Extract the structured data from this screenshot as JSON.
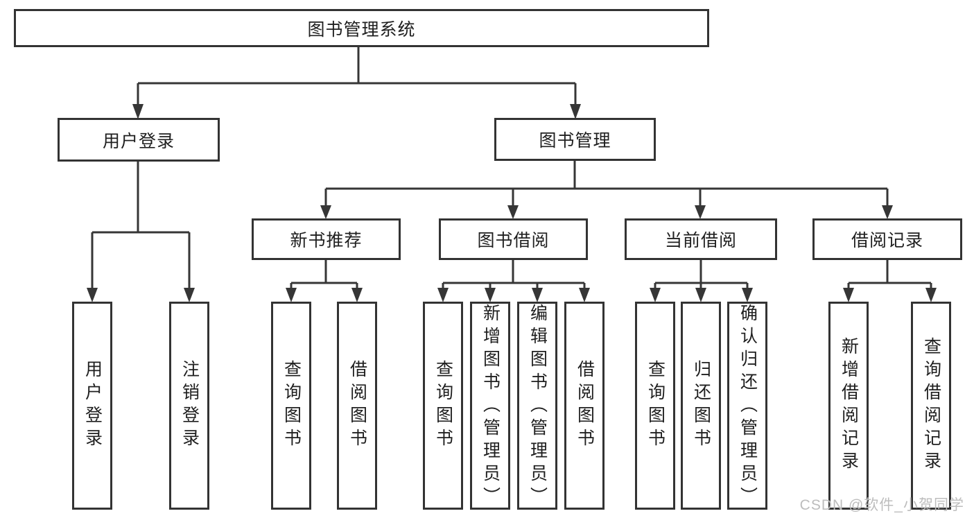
{
  "colors": {
    "line": "#363636",
    "border": "#333333",
    "text": "#1f1f1f",
    "box_fill": "#ffffff",
    "watermark": "#bdbdbd",
    "background": "#ffffff"
  },
  "watermark": {
    "text": "CSDN @软件_小贺同学"
  },
  "tree": {
    "root": {
      "label": "图书管理系统"
    },
    "user_login": {
      "label": "用户登录",
      "children": {
        "login": {
          "label": "用户登录"
        },
        "logout": {
          "label": "注销登录"
        }
      }
    },
    "book_mgmt": {
      "label": "图书管理",
      "children": {
        "new_recommend": {
          "label": "新书推荐",
          "children": {
            "query_books": {
              "label": "查询图书"
            },
            "borrow_books": {
              "label": "借阅图书"
            }
          }
        },
        "book_borrow": {
          "label": "图书借阅",
          "children": {
            "query_books": {
              "label": "查询图书"
            },
            "add_books": {
              "label": "新增图书（管理员）"
            },
            "edit_books": {
              "label": "编辑图书（管理员）"
            },
            "borrow_books": {
              "label": "借阅图书"
            }
          }
        },
        "current_borrow": {
          "label": "当前借阅",
          "children": {
            "query_books": {
              "label": "查询图书"
            },
            "return_books": {
              "label": "归还图书"
            },
            "confirm_return": {
              "label": "确认归还（管理员）"
            }
          }
        },
        "borrow_records": {
          "label": "借阅记录",
          "children": {
            "add_record": {
              "label": "新增借阅记录"
            },
            "query_record": {
              "label": "查询借阅记录"
            }
          }
        }
      }
    }
  }
}
